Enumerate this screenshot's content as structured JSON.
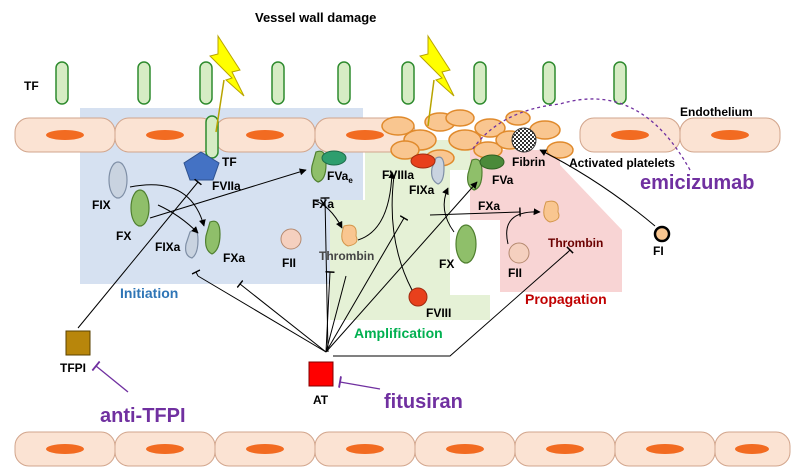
{
  "title": "Vessel wall damage",
  "labels": {
    "tf_top": "TF",
    "endothelium": "Endothelium",
    "tf_cell": "TF",
    "fviia": "FVIIa",
    "fva_e_main": "FVa",
    "fva_e_sub": "e",
    "fix": "FIX",
    "fx_left": "FX",
    "fxa_top": "FXa",
    "fixa_left": "FIXa",
    "fxa_left": "FXa",
    "fii_left": "FII",
    "thrombin_mid": "Thrombin",
    "fviiia": "FVIIIa",
    "fixa_mid": "FIXa",
    "fx_mid": "FX",
    "fviii": "FVIII",
    "fva_right": "FVa",
    "fxa_right": "FXa",
    "fibrin": "Fibrin",
    "activated_platelets": "Activated platelets",
    "fii_right": "FII",
    "thrombin_right": "Thrombin",
    "fi": "FI",
    "tfpi": "TFPI",
    "at": "AT"
  },
  "phases": {
    "initiation": "Initiation",
    "amplification": "Amplification",
    "propagation": "Propagation"
  },
  "drugs": {
    "emicizumab": "emicizumab",
    "anti_tfpi": "anti-TFPI",
    "fitusiran": "fitusiran"
  },
  "colors": {
    "initiation": "#d6e1f1",
    "amplification": "#e5f1d6",
    "propagation": "#f8d4d4",
    "cell_fill": "#fbe3d3",
    "nucleus": "#f26b21",
    "tf_receptor": "#d6ecc4",
    "drug_text": "#7030a0",
    "initiation_text": "#2e75b6",
    "amplification_text": "#00b050",
    "propagation_text": "#c00000",
    "tfpi_box": "#b8860b",
    "at_box": "#ff0000",
    "lightning": "#ffff00"
  }
}
